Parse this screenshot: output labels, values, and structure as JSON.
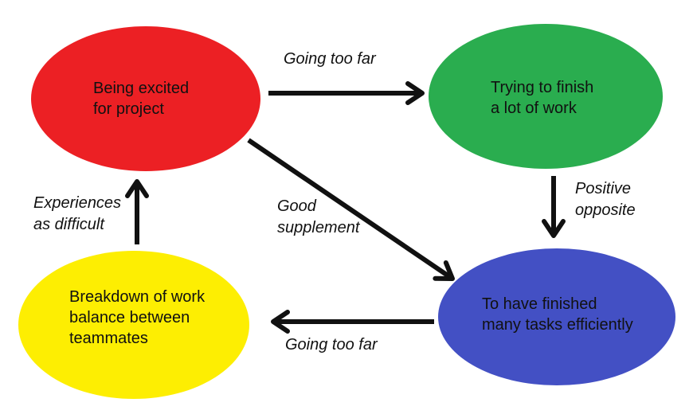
{
  "diagram": {
    "background": "#ffffff",
    "nodes": {
      "red": {
        "name": "Being excited for project",
        "lines": [
          "Being excited",
          "for project"
        ],
        "color": "#ec2024"
      },
      "green": {
        "name": "Trying to finish a lot of work",
        "lines": [
          "Trying to finish",
          "a lot of work"
        ],
        "color": "#2aad4f"
      },
      "blue": {
        "name": "To have finished many tasks efficiently",
        "lines": [
          "To have finished",
          "many tasks efficiently"
        ],
        "color": "#4350c4"
      },
      "yellow": {
        "name": "Breakdown of work balance between teammates",
        "lines": [
          "Breakdown of work",
          "balance between",
          "teammates"
        ],
        "color": "#fdee02"
      }
    },
    "edges": {
      "red_to_green": {
        "label": "Going too far",
        "lines": [
          "Going too far"
        ]
      },
      "green_to_blue": {
        "label": "Positive opposite",
        "lines": [
          "Positive",
          "opposite"
        ]
      },
      "red_to_blue": {
        "label": "Good supplement",
        "lines": [
          "Good",
          "supplement"
        ]
      },
      "blue_to_yellow": {
        "label": "Going too far",
        "lines": [
          "Going too far"
        ]
      },
      "yellow_to_red": {
        "label": "Experiences as difficult",
        "lines": [
          "Experiences",
          "as difficult"
        ]
      }
    },
    "colors": {
      "arrow": "#111111",
      "text": "#111111"
    }
  }
}
